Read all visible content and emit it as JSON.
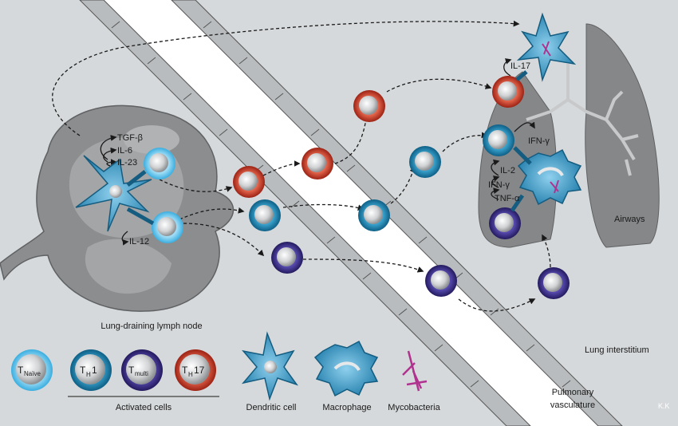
{
  "cytokines": {
    "tgf_beta": "TGF-β",
    "il6": "IL-6",
    "il23": "IL-23",
    "il12": "IL-12",
    "il17": "IL-17",
    "ifn_gamma_top": "IFN-γ",
    "il2": "IL-2",
    "ifn_gamma_mid": "IFN-γ",
    "tnf_alpha": "TNF-α"
  },
  "regions": {
    "lymph_node": "Lung-draining lymph node",
    "airways": "Airways",
    "lung_interstitium": "Lung interstitium",
    "pulmonary_vasculature_line1": "Pulmonary",
    "pulmonary_vasculature_line2": "vasculature",
    "credit": "K.K"
  },
  "legend": {
    "naive_main": "T",
    "naive_sub": "Naïve",
    "th1_main": "T",
    "th1_sub": "H",
    "th1_tail": "1",
    "tmulti_main": "T",
    "tmulti_sub": "multi",
    "th17_main": "T",
    "th17_sub": "H",
    "th17_tail": "17",
    "activated_cells": "Activated cells",
    "dendritic_cell": "Dendritic cell",
    "macrophage": "Macrophage",
    "mycobacteria": "Mycobacteria"
  },
  "colors": {
    "background": "#d6d9db",
    "naive": "#5ec4ea",
    "th1": "#1e8ab4",
    "tmulti": "#3b2f8a",
    "th17": "#d2402e",
    "dendritic": "#2e8ab8",
    "mycobacteria": "#b0328f",
    "lymph_node": "#8b8d8f",
    "lung": "#858789"
  }
}
